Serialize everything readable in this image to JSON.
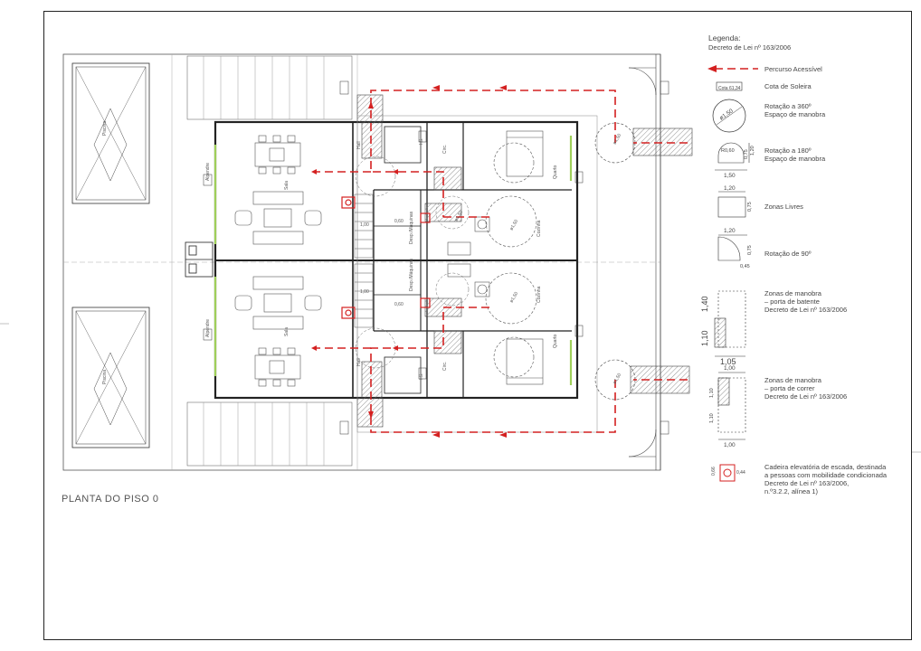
{
  "sheet": {
    "plan_title": "PLANTA DO PISO 0"
  },
  "legend": {
    "title": "Legenda:",
    "decree": "Decreto de Lei nº 163/2006",
    "items": {
      "percurso": "Percurso Acessível",
      "cota_tag": "Cota 61,34",
      "cota": "Cota de Soleira",
      "rot360": "Rotação a 360º\nEspaço de manobra",
      "rot360_dim": "ø1,50",
      "rot180": "Rotação a 180º\nEspaço de manobra",
      "rot180_dims": {
        "r": "R0,60",
        "h": "1,20",
        "v": "0,75",
        "w": "1,50"
      },
      "zonas_livres": "Zonas Livres",
      "zonas_livres_dims": {
        "w": "1,20",
        "h": "0,75"
      },
      "rot90": "Rotação de 90º",
      "rot90_dims": {
        "w": "1,20",
        "h": "0,75",
        "s": "0,45"
      },
      "batente": "Zonas de manobra\n– porta de batente\nDecreto de Lei nº 163/2006",
      "batente_dims": {
        "a": "1,40",
        "b": "1,10",
        "c": "1,05"
      },
      "correr": "Zonas de manobra\n– porta de correr\nDecreto de Lei nº 163/2006",
      "correr_dims": {
        "a": "1,00",
        "b": "1,10",
        "c": "1,10",
        "d": "1,00"
      },
      "cadeira": "Cadeira elevatória de escada, destinada\na pessoas com mobilidade condicionada\nDecreto de Lei nº 163/2006,\nn.º3.2.2, alínea 1)",
      "cadeira_dims": {
        "a": "0,66",
        "b": "0,44"
      }
    }
  },
  "rooms": {
    "piscina": "Piscina",
    "alpendre": "Alpendre",
    "sala": "Sala",
    "hall": "Hall",
    "is": "I.S.",
    "circ": "Circ.",
    "desp": "Desp./Máquinas",
    "quarto": "Quarto",
    "cozinha": "Cozinha",
    "dia150": "ø1,50",
    "dim060": "0,60",
    "dim100": "1,00"
  },
  "colors": {
    "route": "#d42020",
    "line": "#222222",
    "accent": "#9fcf5a",
    "hatch": "#888888"
  }
}
